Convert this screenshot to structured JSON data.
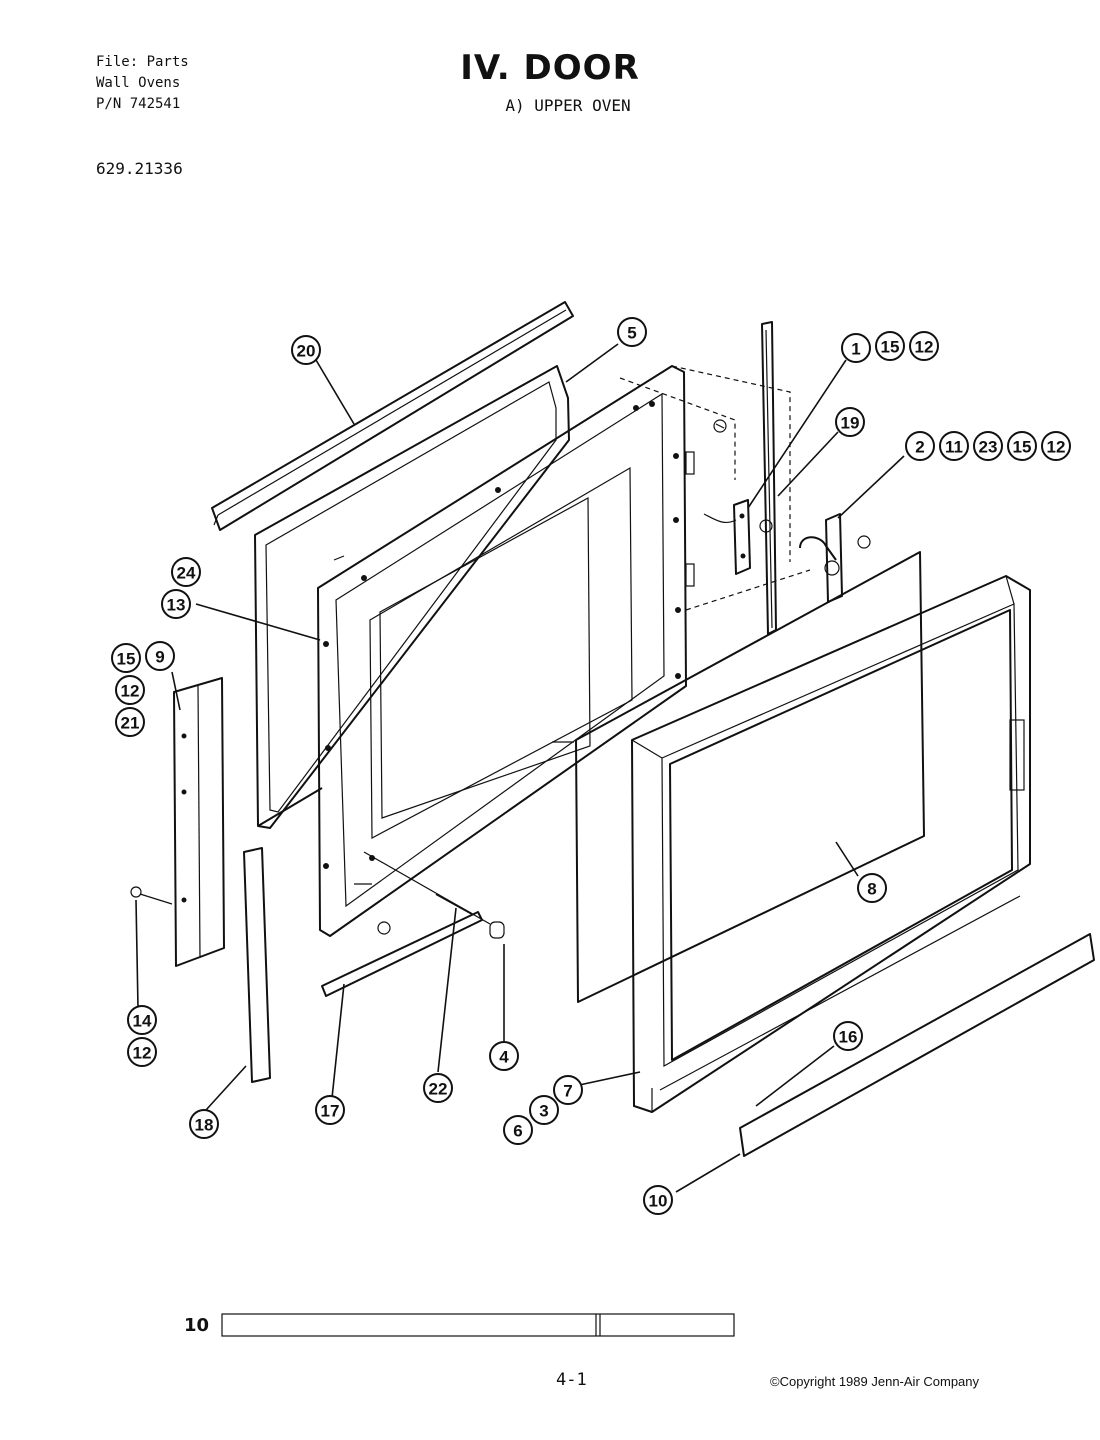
{
  "header": {
    "file_line1": "File: Parts",
    "file_line2": "Wall Ovens",
    "file_line3": "P/N 742541",
    "model_number": "629.21336",
    "title": "IV. DOOR",
    "subtitle": "A) UPPER OVEN"
  },
  "callouts": {
    "c1": "1",
    "c15a": "15",
    "c12a": "12",
    "c2": "2",
    "c11": "11",
    "c23": "23",
    "c15b": "15",
    "c12b": "12",
    "c5": "5",
    "c19": "19",
    "c20": "20",
    "c24": "24",
    "c13": "13",
    "c15c": "15",
    "c9": "9",
    "c12c": "12",
    "c21": "21",
    "c14": "14",
    "c12d": "12",
    "c18": "18",
    "c17": "17",
    "c22": "22",
    "c4": "4",
    "c8": "8",
    "c16": "16",
    "c7": "7",
    "c3": "3",
    "c6": "6",
    "c10": "10"
  },
  "footer": {
    "scale_label": "10",
    "page_number": "4-1",
    "copyright": "©Copyright 1989 Jenn-Air Company"
  }
}
